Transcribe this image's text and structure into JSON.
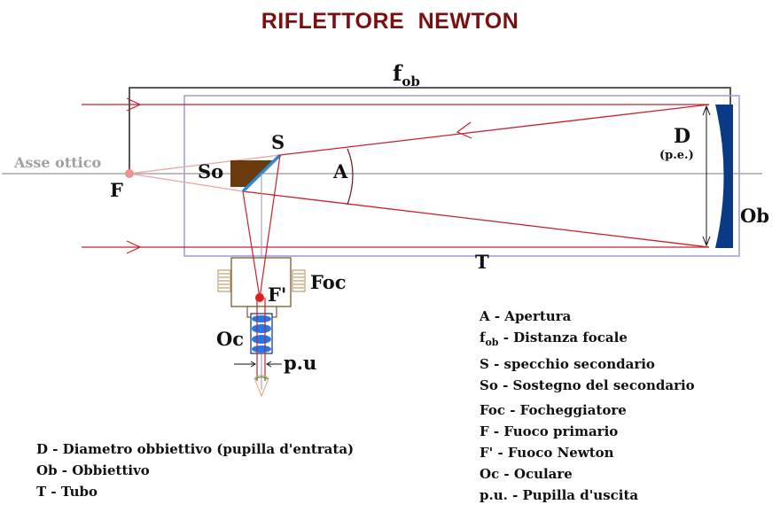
{
  "title": "RIFLETTORE  NEWTON",
  "colors": {
    "title": "#7a1010",
    "rays": "#c8202a",
    "tube": "#9a9ae0",
    "mirror": "#0a3a85",
    "secondary_mirror": "#2a8ad8",
    "support": "#6b3a0c",
    "axis": "#a0a0a0",
    "focus_primary": "#f09090",
    "focus_newton": "#e02020",
    "eyepiece_lens": "#1e78f0",
    "focuser": "#7a5a30"
  },
  "labels": {
    "axis": "Asse ottico",
    "F": "F",
    "fob_main": "f",
    "fob_sub": "ob",
    "S": "S",
    "So": "So",
    "A": "A",
    "D": "D",
    "pe": "(p.e.)",
    "Ob": "Ob",
    "T": "T",
    "Foc": "Foc",
    "Fprime": "F'",
    "Oc": "Oc",
    "pu": "p.u"
  },
  "legend_right": [
    {
      "key": "A",
      "sub": "",
      "text": " - Apertura"
    },
    {
      "key": "f",
      "sub": "ob",
      "text": " - Distanza focale"
    },
    {
      "key": "S",
      "sub": "",
      "text": " - specchio secondario"
    },
    {
      "key": "So",
      "sub": "",
      "text": " - Sostegno del secondario"
    },
    {
      "key": "Foc",
      "sub": "",
      "text": " - Focheggiatore"
    },
    {
      "key": "F",
      "sub": "",
      "text": " - Fuoco primario"
    },
    {
      "key": "F'",
      "sub": "",
      "text": " - Fuoco Newton"
    },
    {
      "key": "Oc",
      "sub": "",
      "text": " - Oculare"
    },
    {
      "key": "p.u.",
      "sub": "",
      "text": " - Pupilla d'uscita"
    }
  ],
  "legend_left": [
    {
      "key": "D",
      "text": " - Diametro obbiettivo (pupilla d'entrata)"
    },
    {
      "key": "Ob",
      "text": " - Obbiettivo"
    },
    {
      "key": "T",
      "text": " - Tubo"
    }
  ]
}
